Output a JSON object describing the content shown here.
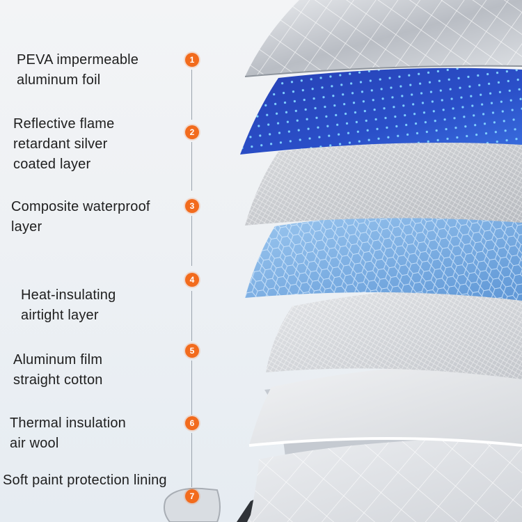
{
  "layers": [
    {
      "number": "1",
      "label_line1": "PEVA impermeable",
      "label_line2": "aluminum foil",
      "label_line3": ""
    },
    {
      "number": "2",
      "label_line1": "Reflective flame",
      "label_line2": "retardant silver",
      "label_line3": "coated layer"
    },
    {
      "number": "3",
      "label_line1": "Composite waterproof",
      "label_line2": "layer",
      "label_line3": ""
    },
    {
      "number": "4",
      "label_line1": "Heat-insulating",
      "label_line2": "airtight layer",
      "label_line3": ""
    },
    {
      "number": "5",
      "label_line1": "Aluminum film",
      "label_line2": "straight cotton",
      "label_line3": ""
    },
    {
      "number": "6",
      "label_line1": "Thermal insulation",
      "label_line2": "air wool",
      "label_line3": ""
    },
    {
      "number": "7",
      "label_line1": "Soft paint protection lining",
      "label_line2": "",
      "label_line3": ""
    }
  ],
  "colors": {
    "badge": "#f26b1d",
    "layer_blue_dark": "#1f3fae",
    "layer_blue_light": "#7fb4e6",
    "layer_silver": "#c9ccd1"
  }
}
